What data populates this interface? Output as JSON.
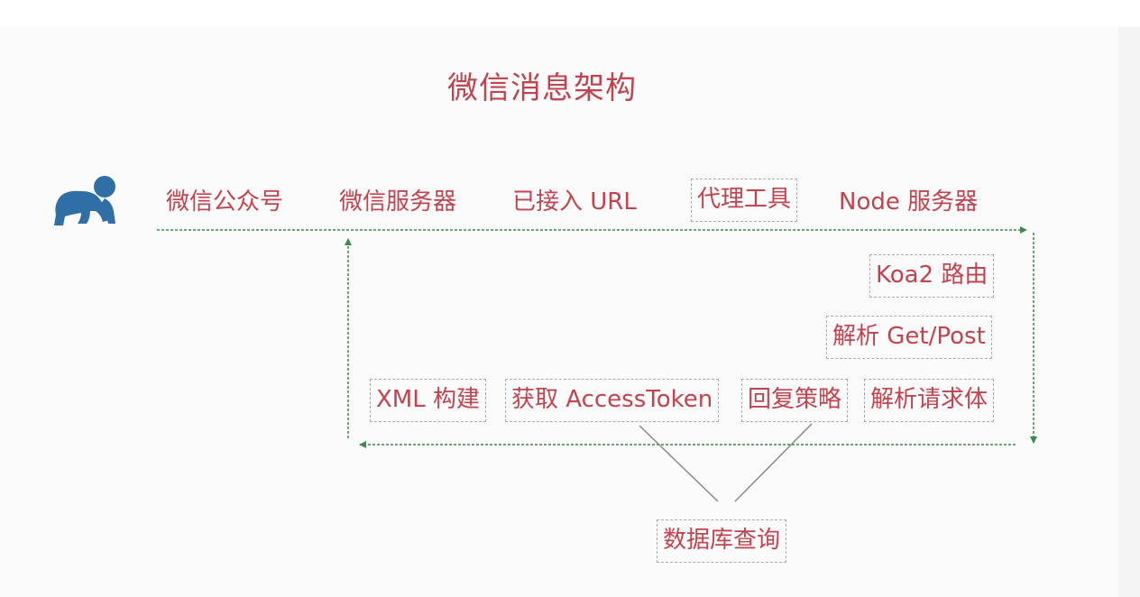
{
  "title": "微信消息架构",
  "top_row": [
    "微信公众号",
    "微信服务器",
    "已接入 URL",
    "代理工具",
    "Node 服务器"
  ],
  "right_column": [
    "Koa2 路由",
    "解析 Get/Post"
  ],
  "bottom_row": [
    "XML 构建",
    "获取 AccessToken",
    "回复策略",
    "解析请求体"
  ],
  "database": "数据库查询",
  "icons": [
    "baby-icon"
  ],
  "colors": {
    "text": "#c0444f",
    "arrow": "#3a8a4e",
    "box_border": "#a9a9a9",
    "connector": "#8a8a8a"
  }
}
